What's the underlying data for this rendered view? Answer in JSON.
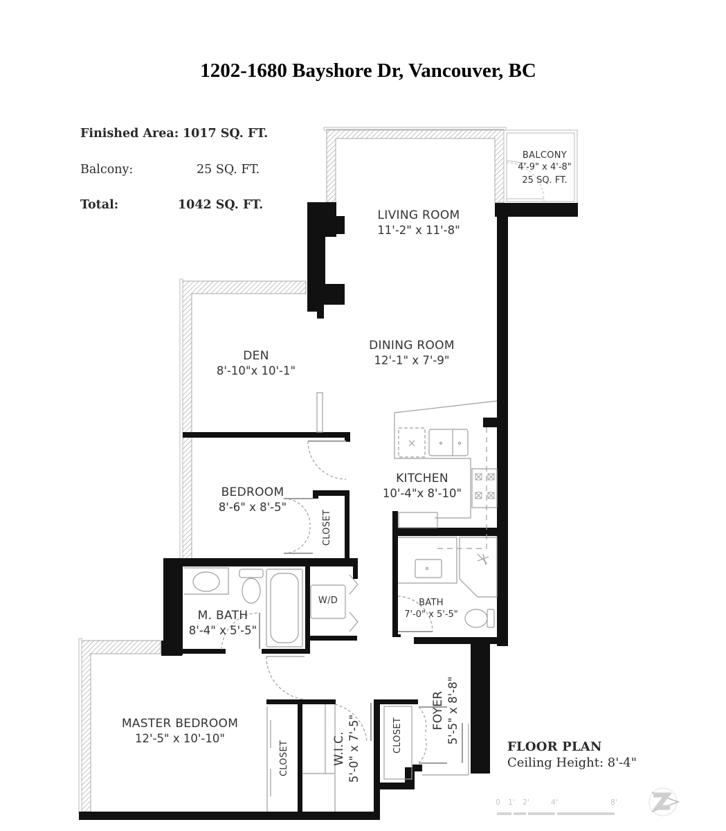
{
  "title": "1202-1680 Bayshore Dr, Vancouver, BC",
  "area_summary": {
    "rows": [
      {
        "label": "Finished Area:",
        "value": "1017 SQ. FT.",
        "bold": true
      },
      {
        "label": "Balcony:",
        "value": "25 SQ. FT.",
        "bold": false
      },
      {
        "label": "Total:",
        "value": "1042 SQ. FT.",
        "bold": true
      }
    ]
  },
  "rooms": {
    "balcony": {
      "name": "BALCONY",
      "dims": "4'-9\" x 4'-8\"",
      "area": "25 SQ. FT."
    },
    "living_room": {
      "name": "LIVING ROOM",
      "dims": "11'-2\" x 11'-8\""
    },
    "den": {
      "name": "DEN",
      "dims": "8'-10\"x 10'-1\""
    },
    "dining_room": {
      "name": "DINING ROOM",
      "dims": "12'-1\" x 7'-9\""
    },
    "kitchen": {
      "name": "KITCHEN",
      "dims": "10'-4\"x 8'-10\""
    },
    "bedroom": {
      "name": "BEDROOM",
      "dims": "8'-6\" x 8'-5\""
    },
    "bedroom_closet": {
      "name": "CLOSET"
    },
    "master_bath": {
      "name": "M. BATH",
      "dims": "8'-4\" x 5'-5\""
    },
    "laundry": {
      "name": "W/D"
    },
    "bath": {
      "name": "BATH",
      "dims": "7'-0\" x 5'-5\""
    },
    "master_bedroom": {
      "name": "MASTER BEDROOM",
      "dims": "12'-5\" x 10'-10\""
    },
    "master_closet": {
      "name": "CLOSET"
    },
    "wic": {
      "name": "W.I.C.",
      "dims": "5'-0\" x 7'-5\""
    },
    "foyer_closet": {
      "name": "CLOSET"
    },
    "foyer": {
      "name": "FOYER",
      "dims": "5'-5\" x 8'-8\""
    }
  },
  "plan_info": {
    "label": "FLOOR PLAN",
    "ceiling_height": "Ceiling Height: 8'-4\""
  },
  "scale_bar": {
    "ticks": [
      "0",
      "1'",
      "2'",
      "4'",
      "8'"
    ]
  },
  "compass": {
    "icon": "north-arrow-icon"
  },
  "colors": {
    "wall": "#111111",
    "exterior_line": "#bdbdbd",
    "text": "#333333"
  }
}
